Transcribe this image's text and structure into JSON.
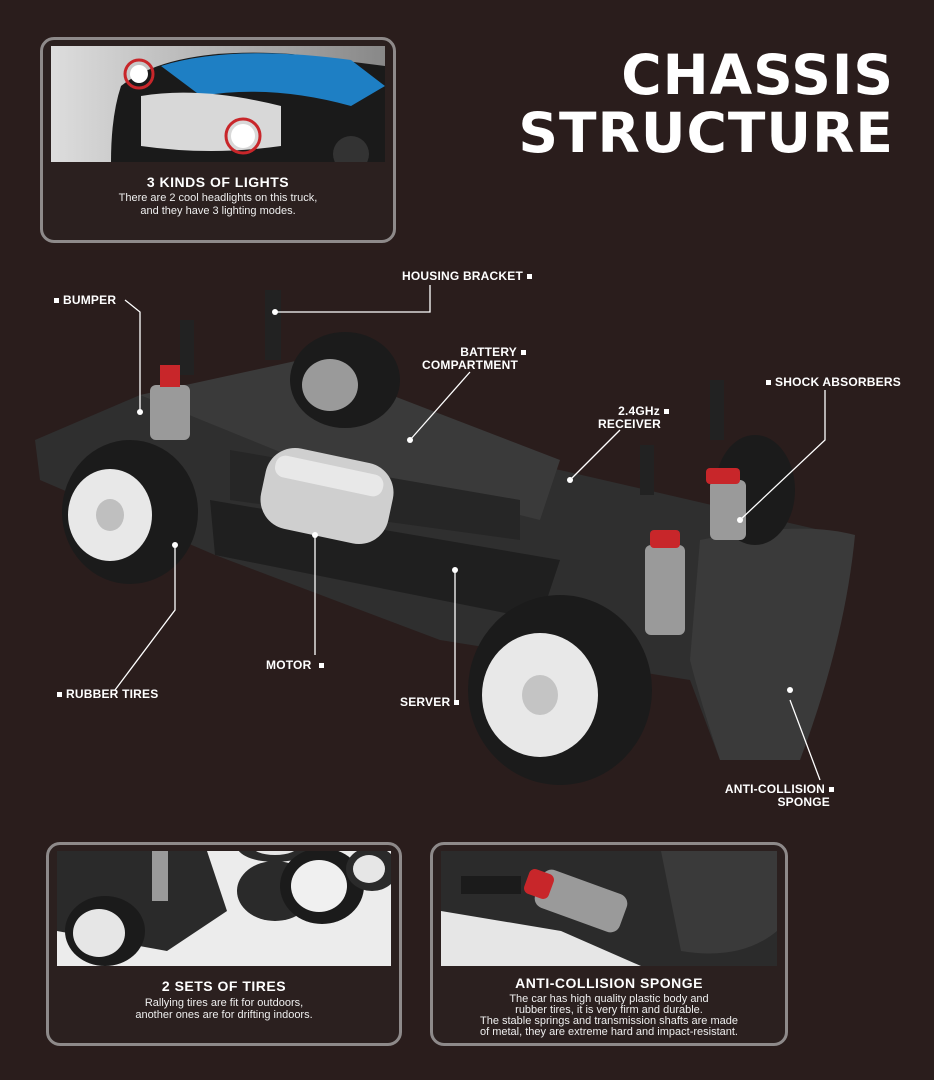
{
  "title": {
    "line1": "CHASSIS",
    "line2": "STRUCTURE"
  },
  "cards": {
    "lights": {
      "heading": "3 KINDS OF LIGHTS",
      "desc1": "There are 2 cool headlights on this truck,",
      "desc2": "and they have 3 lighting modes."
    },
    "tires": {
      "heading": "2 SETS OF TIRES",
      "desc1": "Rallying tires are fit for outdoors,",
      "desc2": "another ones are for drifting indoors."
    },
    "sponge": {
      "heading": "ANTI-COLLISION SPONGE",
      "desc1": "The car has high quality plastic body and",
      "desc2": "rubber tires, it is very firm and durable.",
      "desc3": "The stable springs and transmission shafts are made",
      "desc4": "of metal, they are extreme hard and impact-resistant."
    }
  },
  "labels": {
    "housing_bracket": "HOUSING BRACKET",
    "bumper": "BUMPER",
    "battery_1": "BATTERY",
    "battery_2": "COMPARTMENT",
    "shock_absorbers": "SHOCK ABSORBERS",
    "receiver_1": "2.4GHz",
    "receiver_2": "RECEIVER",
    "motor": "MOTOR",
    "rubber_tires": "RUBBER TIRES",
    "server": "SERVER",
    "sponge_1": "ANTI-COLLISION",
    "sponge_2": "SPONGE"
  },
  "colors": {
    "background": "#2a1d1c",
    "card_border": "#8e8a8a",
    "accent_red": "#c8262a",
    "body_blue": "#1e7fc4"
  }
}
